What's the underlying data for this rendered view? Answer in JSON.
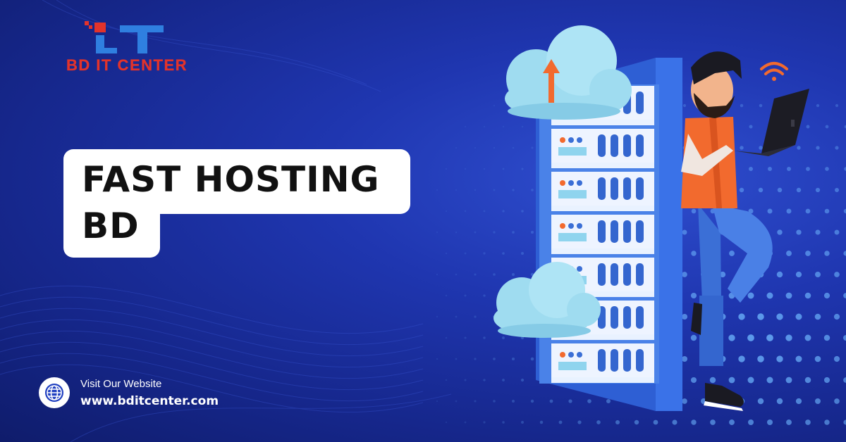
{
  "brand": {
    "logo_text": "BD IT CENTER",
    "logo_icon": "it-monogram-logo",
    "colors": {
      "logo_red": "#e2332b",
      "logo_blue": "#2f7fe0"
    }
  },
  "headline": {
    "line1": "FAST HOSTING",
    "line2": "BD"
  },
  "footer": {
    "visit_label": "Visit Our Website",
    "url": "www.bditcenter.com",
    "icon": "globe-icon"
  },
  "illustration": {
    "icons": [
      "server-rack",
      "upload-cloud-icon",
      "cloud-icon",
      "wifi-icon",
      "laptop",
      "person"
    ],
    "colors": {
      "background": "#1f36b0",
      "shirt": "#f26a2e",
      "jeans": "#3b6fd6",
      "cloud": "#9fdcf0",
      "rack": "#4a82e8"
    }
  }
}
